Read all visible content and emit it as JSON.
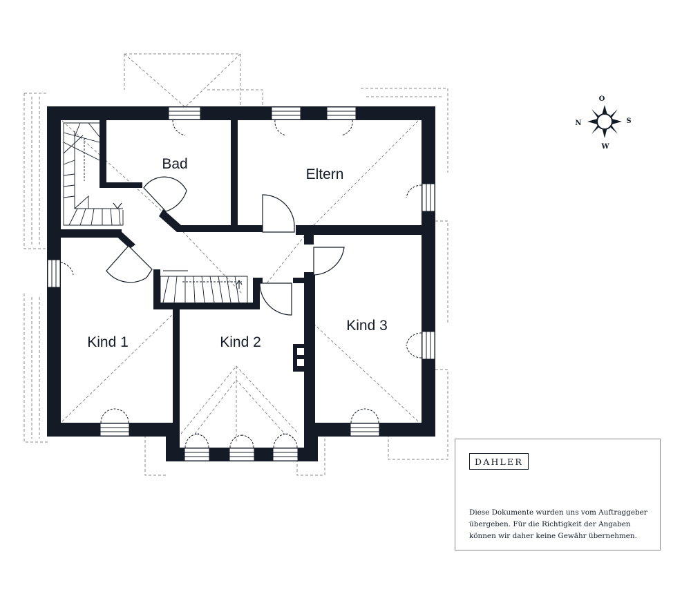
{
  "floorplan": {
    "rooms": {
      "bad": "Bad",
      "eltern": "Eltern",
      "kind1": "Kind 1",
      "kind2": "Kind 2",
      "kind3": "Kind 3"
    },
    "compass": {
      "north": "N",
      "east": "O",
      "south": "S",
      "west": "W"
    }
  },
  "branding": {
    "logo_text": "DAHLER"
  },
  "disclaimer": {
    "lines": [
      "Diese Dokumente wurden uns vom Auftraggeber",
      "übergeben. Für die Richtigkeit der Angaben",
      "können wir daher keine Gewähr übernehmen."
    ]
  },
  "colors": {
    "wall": "#141b26",
    "outline": "#8a8a8a",
    "background": "#ffffff"
  }
}
